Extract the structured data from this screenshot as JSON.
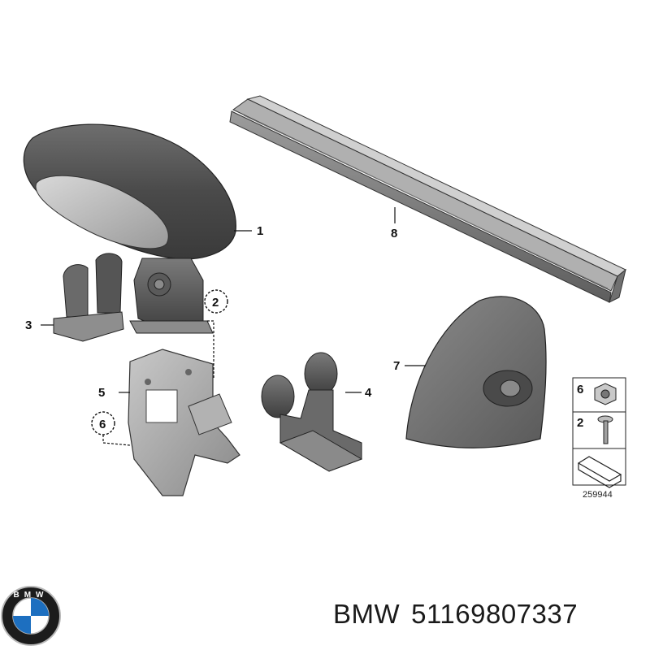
{
  "diagram": {
    "callouts": {
      "c1": "1",
      "c2": "2",
      "c3": "3",
      "c4": "4",
      "c5": "5",
      "c6": "6",
      "c7": "7",
      "c8": "8"
    },
    "legend": {
      "nut_label": "6",
      "bolt_label": "2"
    },
    "reference_code": "259944"
  },
  "logo": {
    "text": "BMW",
    "colors": {
      "ring": "#1c1c1c",
      "blue": "#1d6fc0",
      "white": "#ffffff",
      "chrome": "#b8b8b8"
    }
  },
  "footer": {
    "brand": "BMW",
    "part_number": "51169807337"
  }
}
